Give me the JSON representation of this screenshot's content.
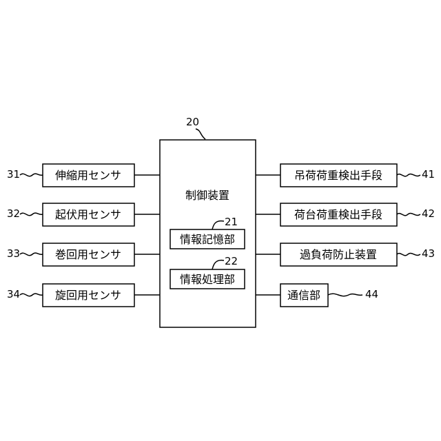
{
  "diagram": {
    "controller": {
      "ref": "20",
      "label": "制御装置"
    },
    "storage": {
      "ref": "21",
      "label": "情報記憶部"
    },
    "processor": {
      "ref": "22",
      "label": "情報処理部"
    },
    "sensors": [
      {
        "ref": "31",
        "label": "伸縮用センサ"
      },
      {
        "ref": "32",
        "label": "起伏用センサ"
      },
      {
        "ref": "33",
        "label": "巻回用センサ"
      },
      {
        "ref": "34",
        "label": "旋回用センサ"
      }
    ],
    "outputs": [
      {
        "ref": "41",
        "label": "吊荷荷重検出手段"
      },
      {
        "ref": "42",
        "label": "荷台荷重検出手段"
      },
      {
        "ref": "43",
        "label": "過負荷防止装置"
      },
      {
        "ref": "44",
        "label": "通信部"
      }
    ]
  }
}
